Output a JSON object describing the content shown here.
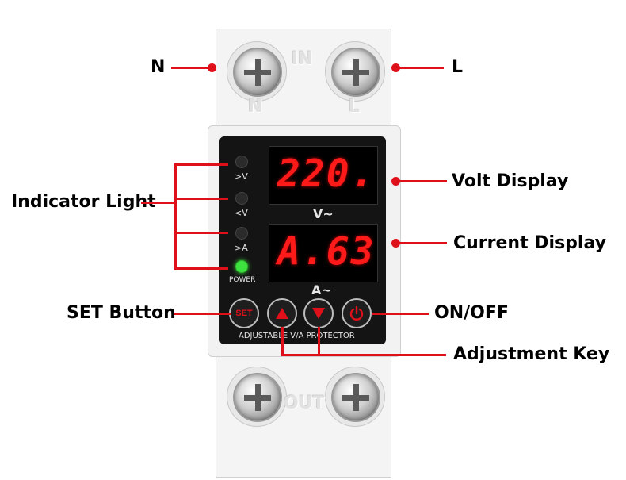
{
  "callouts": {
    "n_label": "N",
    "l_label": "L",
    "indicator_light": "Indicator Light",
    "volt_display": "Volt Display",
    "current_display": "Current Display",
    "set_button": "SET Button",
    "on_off": "ON/OFF",
    "adjustment_key": "Adjustment Key"
  },
  "device": {
    "in_text": "IN",
    "out_text": "OUT",
    "terminal_n": "N",
    "terminal_l": "L",
    "volt_value": "220.",
    "current_value": "A.63",
    "volt_unit": "V~",
    "current_unit": "A~",
    "indicators": [
      {
        "label": ">V",
        "on": false
      },
      {
        "label": "<V",
        "on": false
      },
      {
        "label": ">A",
        "on": false
      },
      {
        "label": "POWER",
        "on": true
      }
    ],
    "set_text": "SET",
    "brand_text": "ADJUSTABLE V/A PROTECTOR"
  },
  "colors": {
    "callout_red": "#e0101a",
    "display_red": "#ff1a1a",
    "power_green": "#3ee23e"
  }
}
